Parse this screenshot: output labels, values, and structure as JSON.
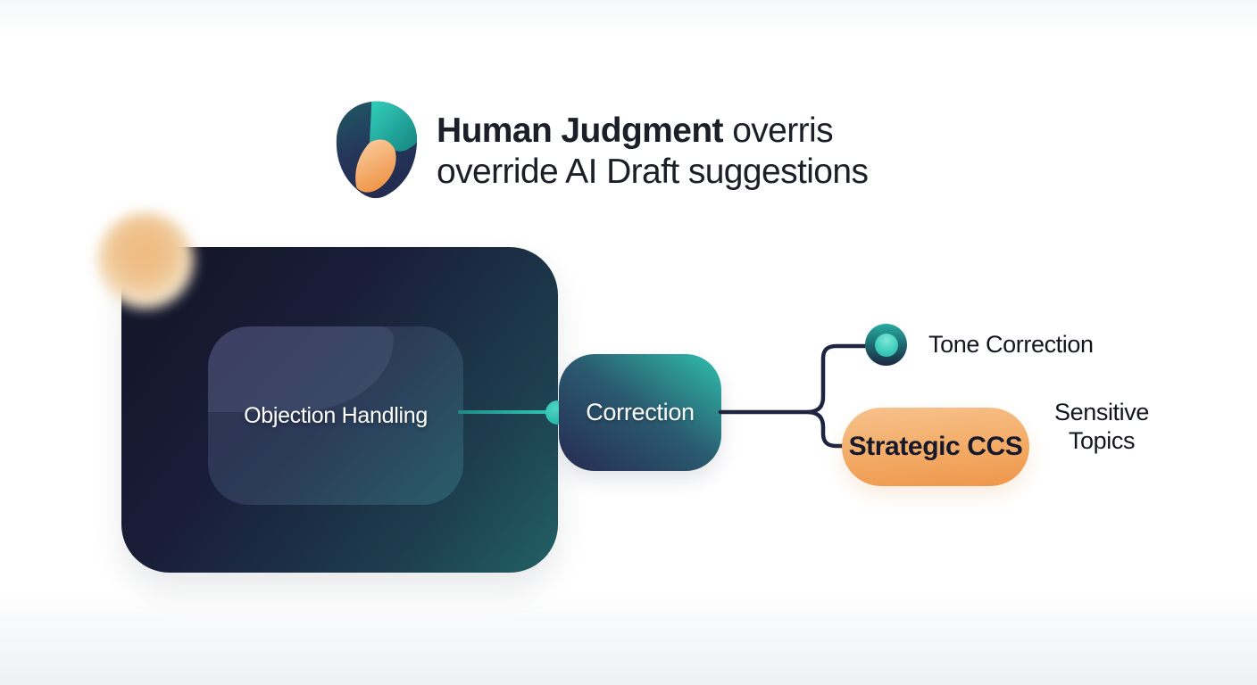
{
  "header": {
    "logo_icon": "tri-color-blob-logo",
    "title_emphasis": "Human Judgment",
    "title_regular": " overris",
    "title_line2": "override AI Draft suggestions"
  },
  "diagram": {
    "main_node": {
      "label": "Objection Handling"
    },
    "correction_node": {
      "label": "Correction"
    },
    "branches": [
      {
        "id": "tone",
        "marker": "teal-circle-node",
        "label": "Tone Correction"
      },
      {
        "id": "strategic",
        "marker": "orange-pill-node",
        "label": "Strategic CCS"
      }
    ],
    "side_label": "Sensitive\nTopics"
  },
  "colors": {
    "accent_teal": "#2fc0ae",
    "accent_teal_bright": "#3fd2c2",
    "deep_navy": "#1b2040",
    "panel_navy": "#171b33",
    "panel_teal": "#226064",
    "accent_orange": "#ef9a4e",
    "accent_orange_light": "#f7c28d",
    "connector_navy": "#1d2440",
    "text_dark": "#1c1e28",
    "text_light": "#ffffff"
  }
}
